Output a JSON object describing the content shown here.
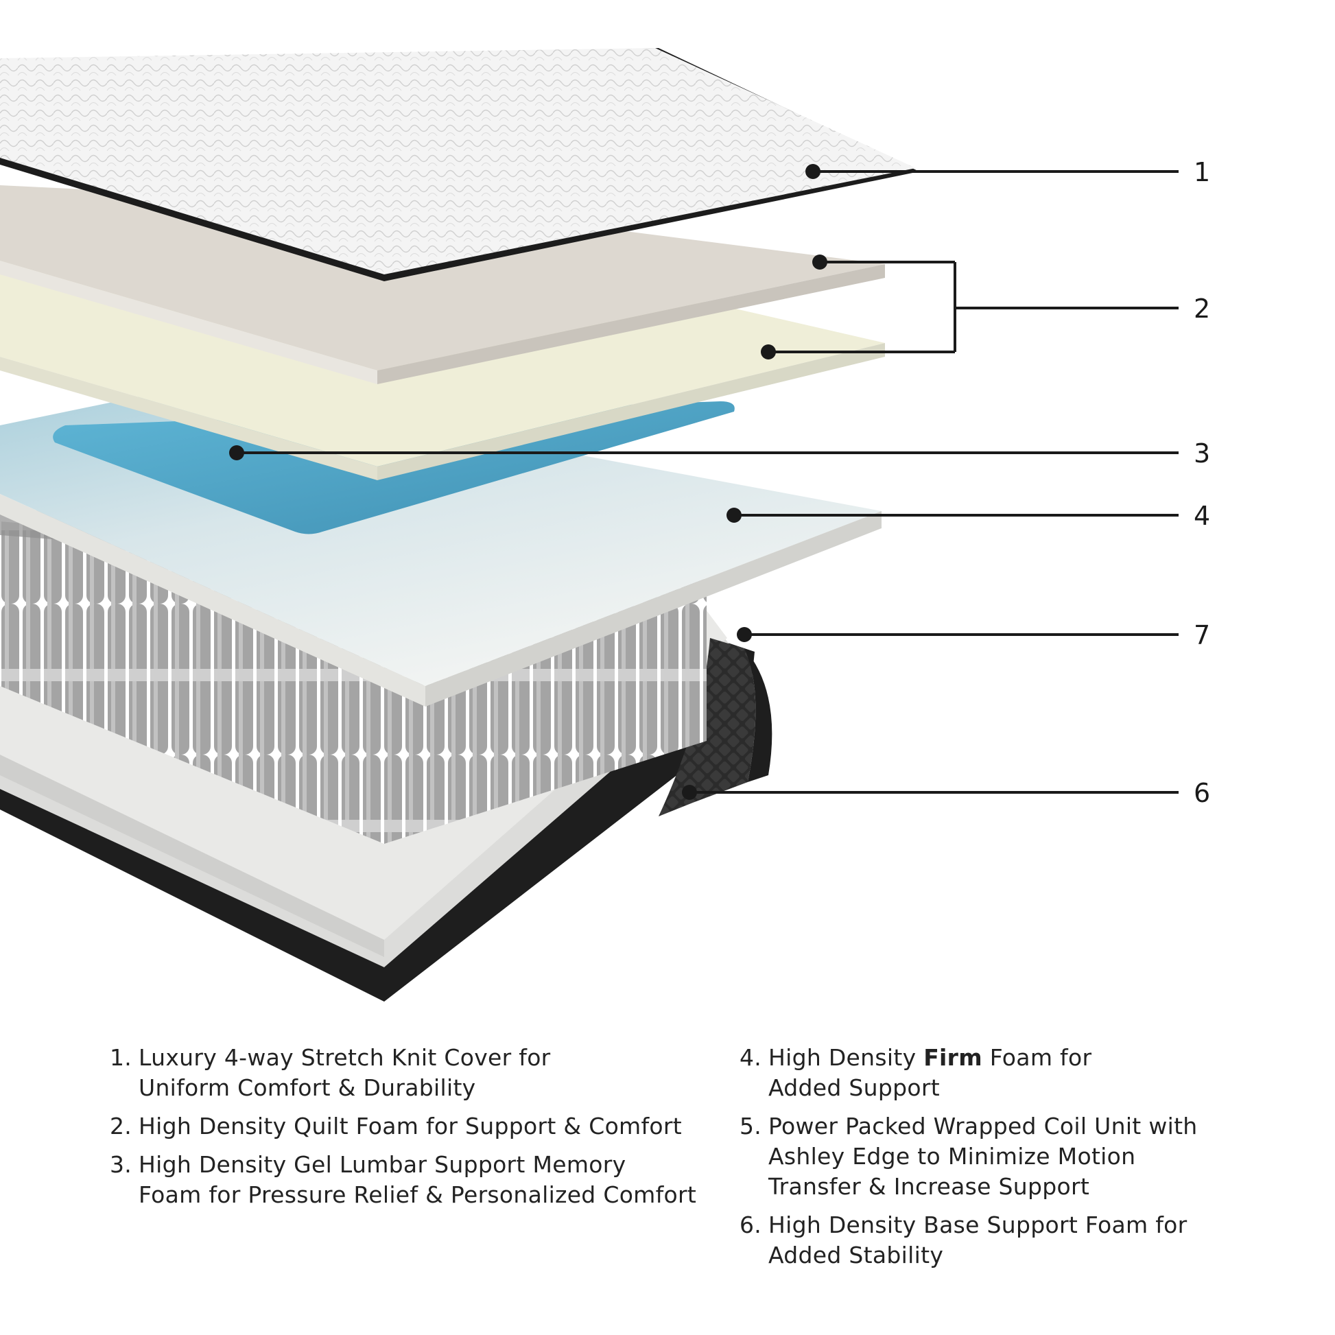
{
  "callouts": [
    {
      "label": "1"
    },
    {
      "label": "2"
    },
    {
      "label": "3"
    },
    {
      "label": "4"
    },
    {
      "label": "7"
    },
    {
      "label": "6"
    }
  ],
  "legend": {
    "left": [
      {
        "num": "1.",
        "lines": [
          "Luxury 4-way Stretch Knit Cover for",
          "Uniform Comfort & Durability"
        ]
      },
      {
        "num": "2.",
        "lines": [
          "High Density Quilt Foam for Support & Comfort"
        ]
      },
      {
        "num": "3.",
        "lines": [
          "High Density Gel Lumbar Support Memory",
          "Foam for Pressure Relief & Personalized Comfort"
        ]
      }
    ],
    "right": [
      {
        "num": "4.",
        "pre": "High Density ",
        "bold": "Firm",
        "post": " Foam for",
        "line2": "Added Support"
      },
      {
        "num": "5.",
        "lines": [
          "Power Packed Wrapped Coil Unit with",
          "Ashley Edge to Minimize Motion",
          "Transfer & Increase Support"
        ]
      },
      {
        "num": "6.",
        "lines": [
          "High Density Base Support Foam for",
          "Added Stability"
        ]
      }
    ]
  },
  "colors": {
    "cover": "#f3f3f3",
    "cover_edge": "#1c1c1c",
    "quilt_foam_1": "#ddd8d0",
    "quilt_foam_2": "#efeedd",
    "gel": "#4aa3c6",
    "firm_foam": "#eef0ee",
    "coils": "#9a9a9a",
    "base_foam": "#e6e6e4",
    "base_edge": "#2a2a2a"
  }
}
